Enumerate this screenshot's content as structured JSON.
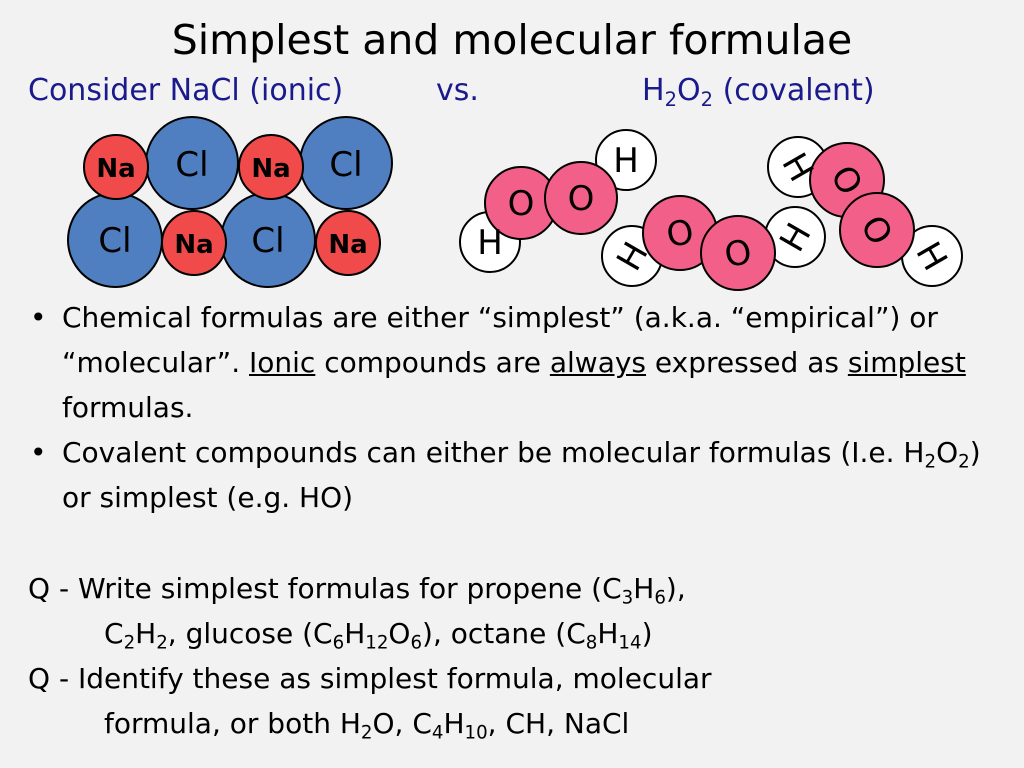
{
  "slide": {
    "title": "Simplest and molecular formulae",
    "subtitle": {
      "left": "Consider NaCl (ionic)",
      "vs": "vs.",
      "right_h": "H",
      "right_2a": "2",
      "right_o": "O",
      "right_2b": "2",
      "right_rest": " (covalent)"
    },
    "nacl_lattice": {
      "na_label": "Na",
      "cl_label": "Cl"
    },
    "h2o2_molecules": {
      "h_label": "H",
      "o_label": "O"
    },
    "bullets": [
      {
        "p1": "Chemical formulas are either “simplest” (a.k.a. “empirical”) or “molecular”.  ",
        "u1": "Ionic",
        "p2": " compounds are ",
        "u2": "always",
        "p3": " expressed as ",
        "u3": "simplest",
        "p4": " formulas."
      },
      {
        "p1": "Covalent compounds can either be molecular formulas (I.e. H",
        "s1": "2",
        "p2": "O",
        "s2": "2",
        "p3": ") or simplest (e.g. HO)"
      }
    ],
    "questions": [
      {
        "l1a": "Q - Write simplest formulas for propene (C",
        "l1s1": "3",
        "l1b": "H",
        "l1s2": "6",
        "l1c": "),",
        "l2a": "C",
        "l2s1": "2",
        "l2b": "H",
        "l2s2": "2",
        "l2c": ", glucose (C",
        "l2s3": "6",
        "l2d": "H",
        "l2s4": "12",
        "l2e": "O",
        "l2s5": "6",
        "l2f": "), octane (C",
        "l2s6": "8",
        "l2g": "H",
        "l2s7": "14",
        "l2h": ")"
      },
      {
        "l1": "Q - Identify these as simplest formula, molecular",
        "l2a": "formula, or both H",
        "l2s1": "2",
        "l2b": "O, C",
        "l2s2": "4",
        "l2c": "H",
        "l2s3": "10",
        "l2d": ", CH, NaCl"
      }
    ],
    "colors": {
      "background": "#f2f2f2",
      "subtitle": "#1a1a8c",
      "na": "#f04a4a",
      "cl": "#4f7fc0",
      "oxygen": "#f2608a",
      "hydrogen": "#ffffff"
    }
  }
}
